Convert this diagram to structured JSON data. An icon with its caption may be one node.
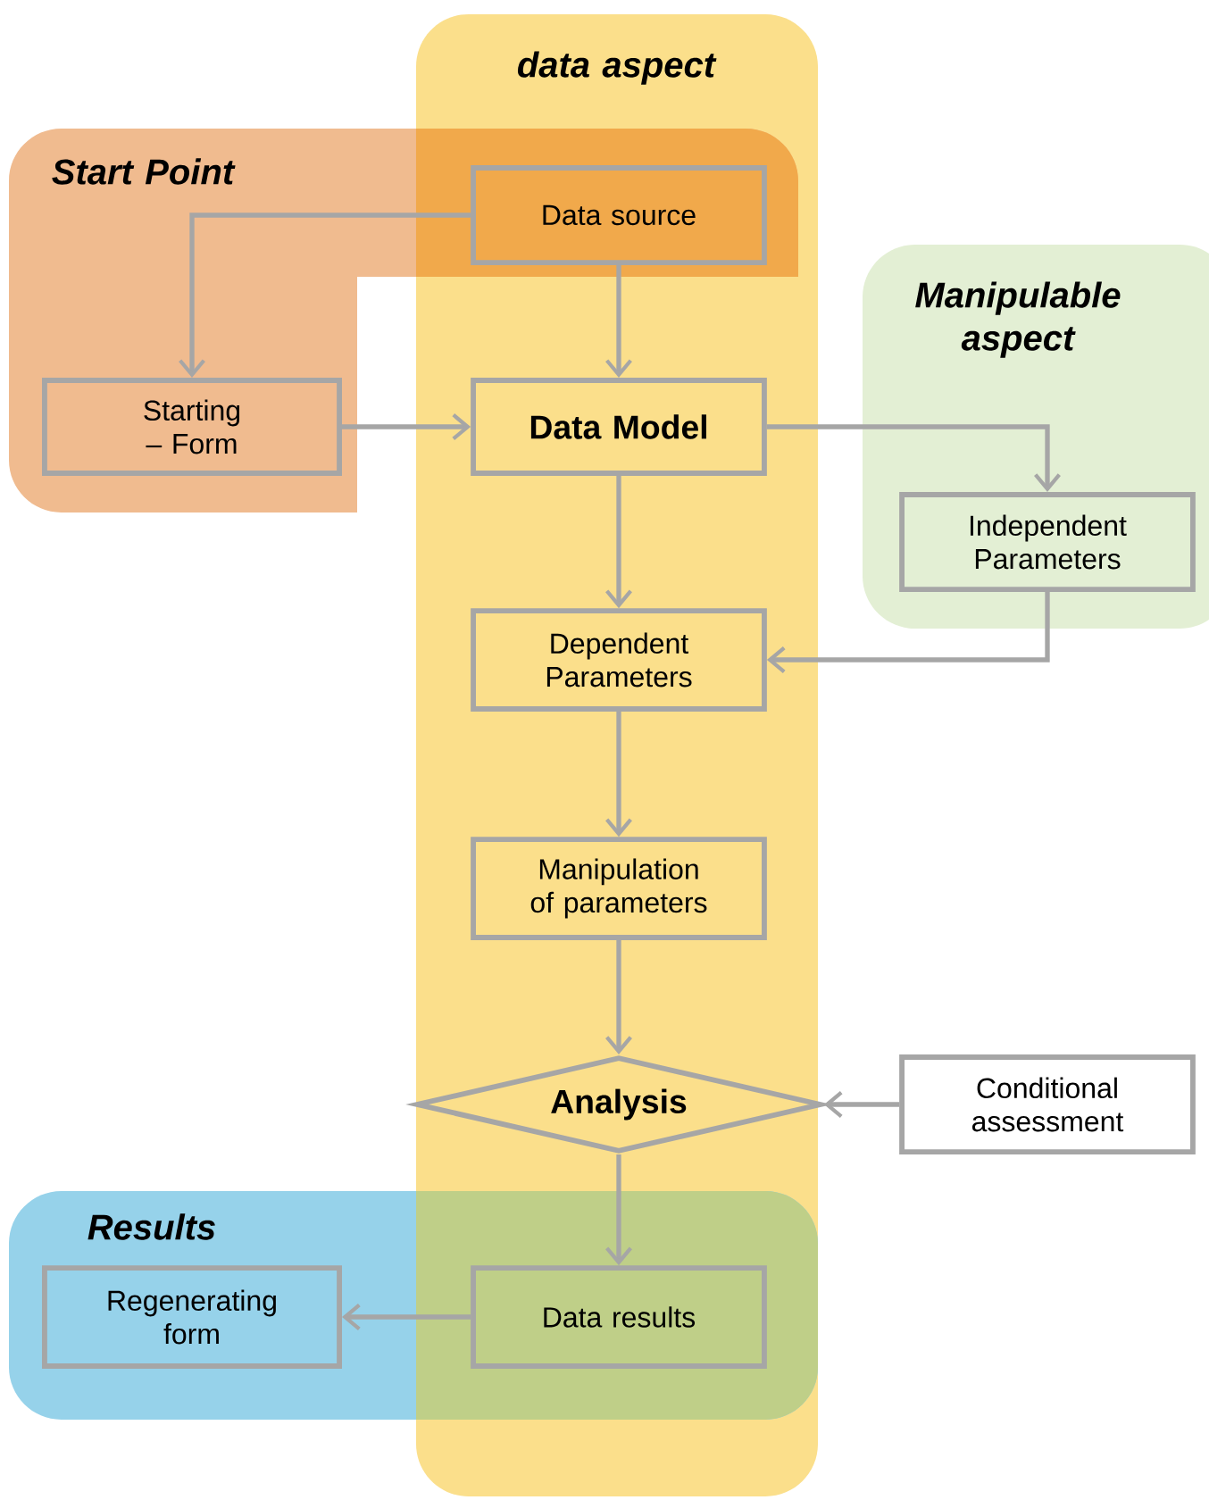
{
  "diagram": {
    "nodes": [
      {
        "text": [
          "data aspect"
        ]
      },
      {
        "text": [
          "Start Point"
        ]
      },
      {
        "text": [
          "Manipulable aspect"
        ]
      },
      {
        "text": [
          "Results"
        ]
      },
      {
        "text": [
          "Data source"
        ]
      },
      {
        "text": [
          "Starting – Form"
        ],
        "in": 1
      },
      {
        "text": [
          "Data Model"
        ],
        "in": 0
      },
      {
        "text": [
          "Independent Parameters"
        ],
        "in": 2
      },
      {
        "text": [
          "Dependent Parameters"
        ],
        "in": 0
      },
      {
        "text": [
          "Manipulation of parameters"
        ],
        "in": 0
      },
      {
        "text": [
          "Analysis"
        ],
        "in": 0
      },
      {
        "text": [
          "Conditional assessment"
        ]
      },
      {
        "text": [
          "Data results"
        ]
      },
      {
        "text": [
          "Regenerating form"
        ],
        "in": 3
      }
    ],
    "edges": [
      {
        "from": 4,
        "to": 5,
        "arrow": "to"
      },
      {
        "from": 4,
        "to": 6,
        "arrow": "to"
      },
      {
        "from": 5,
        "to": 6,
        "arrow": "to"
      },
      {
        "from": 6,
        "to": 7,
        "arrow": "to"
      },
      {
        "from": 7,
        "to": 8,
        "arrow": "to"
      },
      {
        "from": 6,
        "to": 8,
        "arrow": "to"
      },
      {
        "from": 8,
        "to": 9,
        "arrow": "to"
      },
      {
        "from": 9,
        "to": 10,
        "arrow": "to"
      },
      {
        "from": 11,
        "to": 10,
        "arrow": "to"
      },
      {
        "from": 10,
        "to": 12,
        "arrow": "to"
      },
      {
        "from": 12,
        "to": 13,
        "arrow": "to"
      }
    ]
  }
}
